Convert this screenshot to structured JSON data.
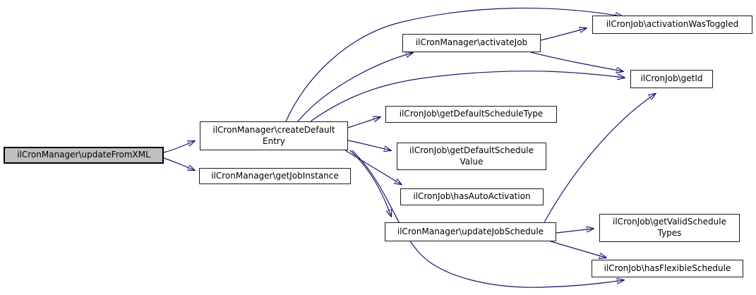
{
  "diagram": {
    "type": "call-graph",
    "background_color": "#ffffff",
    "edge_color": "#191970",
    "node_fill": "#ffffff",
    "node_border_color": "#1c1c1c",
    "highlighted_node_fill": "#bfbfbf",
    "nodes": [
      {
        "id": "updateFromXML",
        "lines": [
          "ilCronManager\\updateFromXML"
        ],
        "highlighted": true
      },
      {
        "id": "createDefaultEntry",
        "lines": [
          "ilCronManager\\createDefault",
          "Entry"
        ],
        "highlighted": false
      },
      {
        "id": "getJobInstance",
        "lines": [
          "ilCronManager\\getJobInstance"
        ],
        "highlighted": false
      },
      {
        "id": "activateJob",
        "lines": [
          "ilCronManager\\activateJob"
        ],
        "highlighted": false
      },
      {
        "id": "activationWasToggled",
        "lines": [
          "ilCronJob\\activationWasToggled"
        ],
        "highlighted": false
      },
      {
        "id": "getId",
        "lines": [
          "ilCronJob\\getId"
        ],
        "highlighted": false
      },
      {
        "id": "getDefaultScheduleType",
        "lines": [
          "ilCronJob\\getDefaultScheduleType"
        ],
        "highlighted": false
      },
      {
        "id": "getDefaultScheduleValue",
        "lines": [
          "ilCronJob\\getDefaultSchedule",
          "Value"
        ],
        "highlighted": false
      },
      {
        "id": "hasAutoActivation",
        "lines": [
          "ilCronJob\\hasAutoActivation"
        ],
        "highlighted": false
      },
      {
        "id": "updateJobSchedule",
        "lines": [
          "ilCronManager\\updateJobSchedule"
        ],
        "highlighted": false
      },
      {
        "id": "getValidScheduleTypes",
        "lines": [
          "ilCronJob\\getValidSchedule",
          "Types"
        ],
        "highlighted": false
      },
      {
        "id": "hasFlexibleSchedule",
        "lines": [
          "ilCronJob\\hasFlexibleSchedule"
        ],
        "highlighted": false
      }
    ],
    "edges": [
      {
        "from": "updateFromXML",
        "to": "createDefaultEntry"
      },
      {
        "from": "updateFromXML",
        "to": "getJobInstance"
      },
      {
        "from": "createDefaultEntry",
        "to": "activationWasToggled"
      },
      {
        "from": "createDefaultEntry",
        "to": "activateJob"
      },
      {
        "from": "createDefaultEntry",
        "to": "getId"
      },
      {
        "from": "createDefaultEntry",
        "to": "getDefaultScheduleType"
      },
      {
        "from": "createDefaultEntry",
        "to": "getDefaultScheduleValue"
      },
      {
        "from": "createDefaultEntry",
        "to": "hasAutoActivation"
      },
      {
        "from": "createDefaultEntry",
        "to": "updateJobSchedule"
      },
      {
        "from": "createDefaultEntry",
        "to": "hasFlexibleSchedule"
      },
      {
        "from": "activateJob",
        "to": "activationWasToggled"
      },
      {
        "from": "activateJob",
        "to": "getId"
      },
      {
        "from": "updateJobSchedule",
        "to": "getId"
      },
      {
        "from": "updateJobSchedule",
        "to": "getValidScheduleTypes"
      },
      {
        "from": "updateJobSchedule",
        "to": "hasFlexibleSchedule"
      }
    ]
  }
}
